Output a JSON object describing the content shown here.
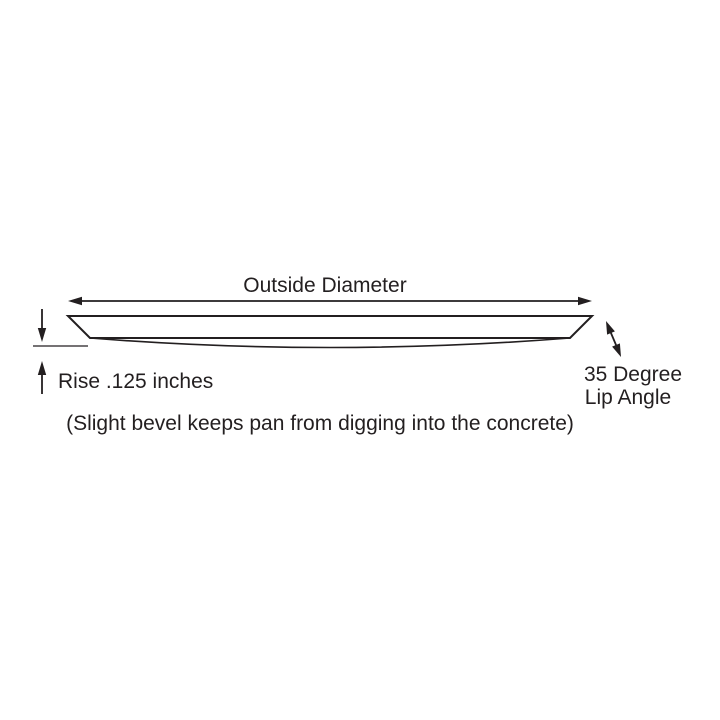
{
  "diagram": {
    "type": "technical-cross-section",
    "subject": "pan cross-section with dimension callouts",
    "labels": {
      "outside_diameter": "Outside Diameter",
      "rise": "Rise .125 inches",
      "lip_angle_line1": "35 Degree",
      "lip_angle_line2": "Lip Angle",
      "caption": "(Slight bevel keeps pan from digging into the concrete)"
    },
    "dimensions": {
      "rise_inches": 0.125,
      "lip_angle_degrees": 35
    },
    "colors": {
      "line": "#231f20",
      "background": "#ffffff"
    }
  }
}
